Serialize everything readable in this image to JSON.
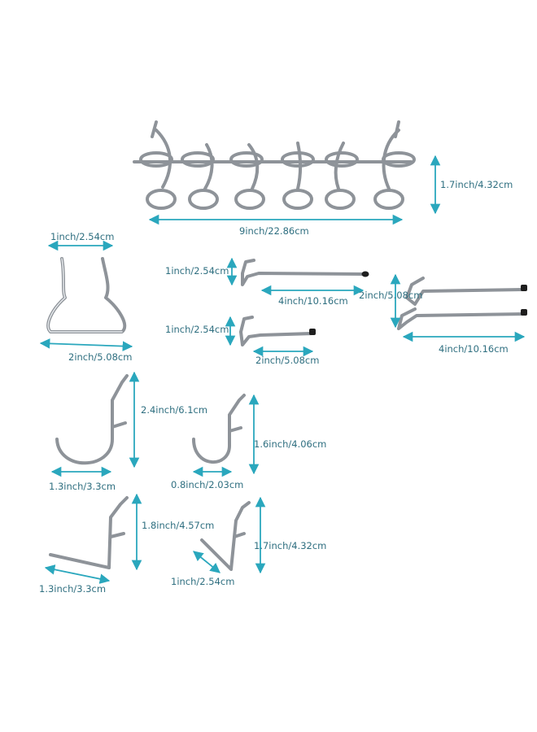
{
  "colors": {
    "dimension_arrow": "#2aa7bd",
    "dimension_text": "#2f6f80",
    "wire": "#8e9399",
    "tip": "#1e1e1e"
  },
  "labels": {
    "rack_width": "9inch/22.86cm",
    "rack_height": "1.7inch/4.32cm",
    "loop_top": "1inch/2.54cm",
    "loop_bottom": "2inch/5.08cm",
    "hook_a_height": "1inch/2.54cm",
    "hook_a_length": "4inch/10.16cm",
    "hook_b_height": "1inch/2.54cm",
    "hook_b_length": "2inch/5.08cm",
    "dual_height": "2inch/5.08cm",
    "dual_length": "4inch/10.16cm",
    "j_large_height": "2.4inch/6.1cm",
    "j_large_width": "1.3inch/3.3cm",
    "j_small_height": "1.6inch/4.06cm",
    "j_small_width": "0.8inch/2.03cm",
    "l_large_height": "1.8inch/4.57cm",
    "l_large_width": "1.3inch/3.3cm",
    "l_small_height": "1.7inch/4.32cm",
    "l_small_width": "1inch/2.54cm"
  }
}
